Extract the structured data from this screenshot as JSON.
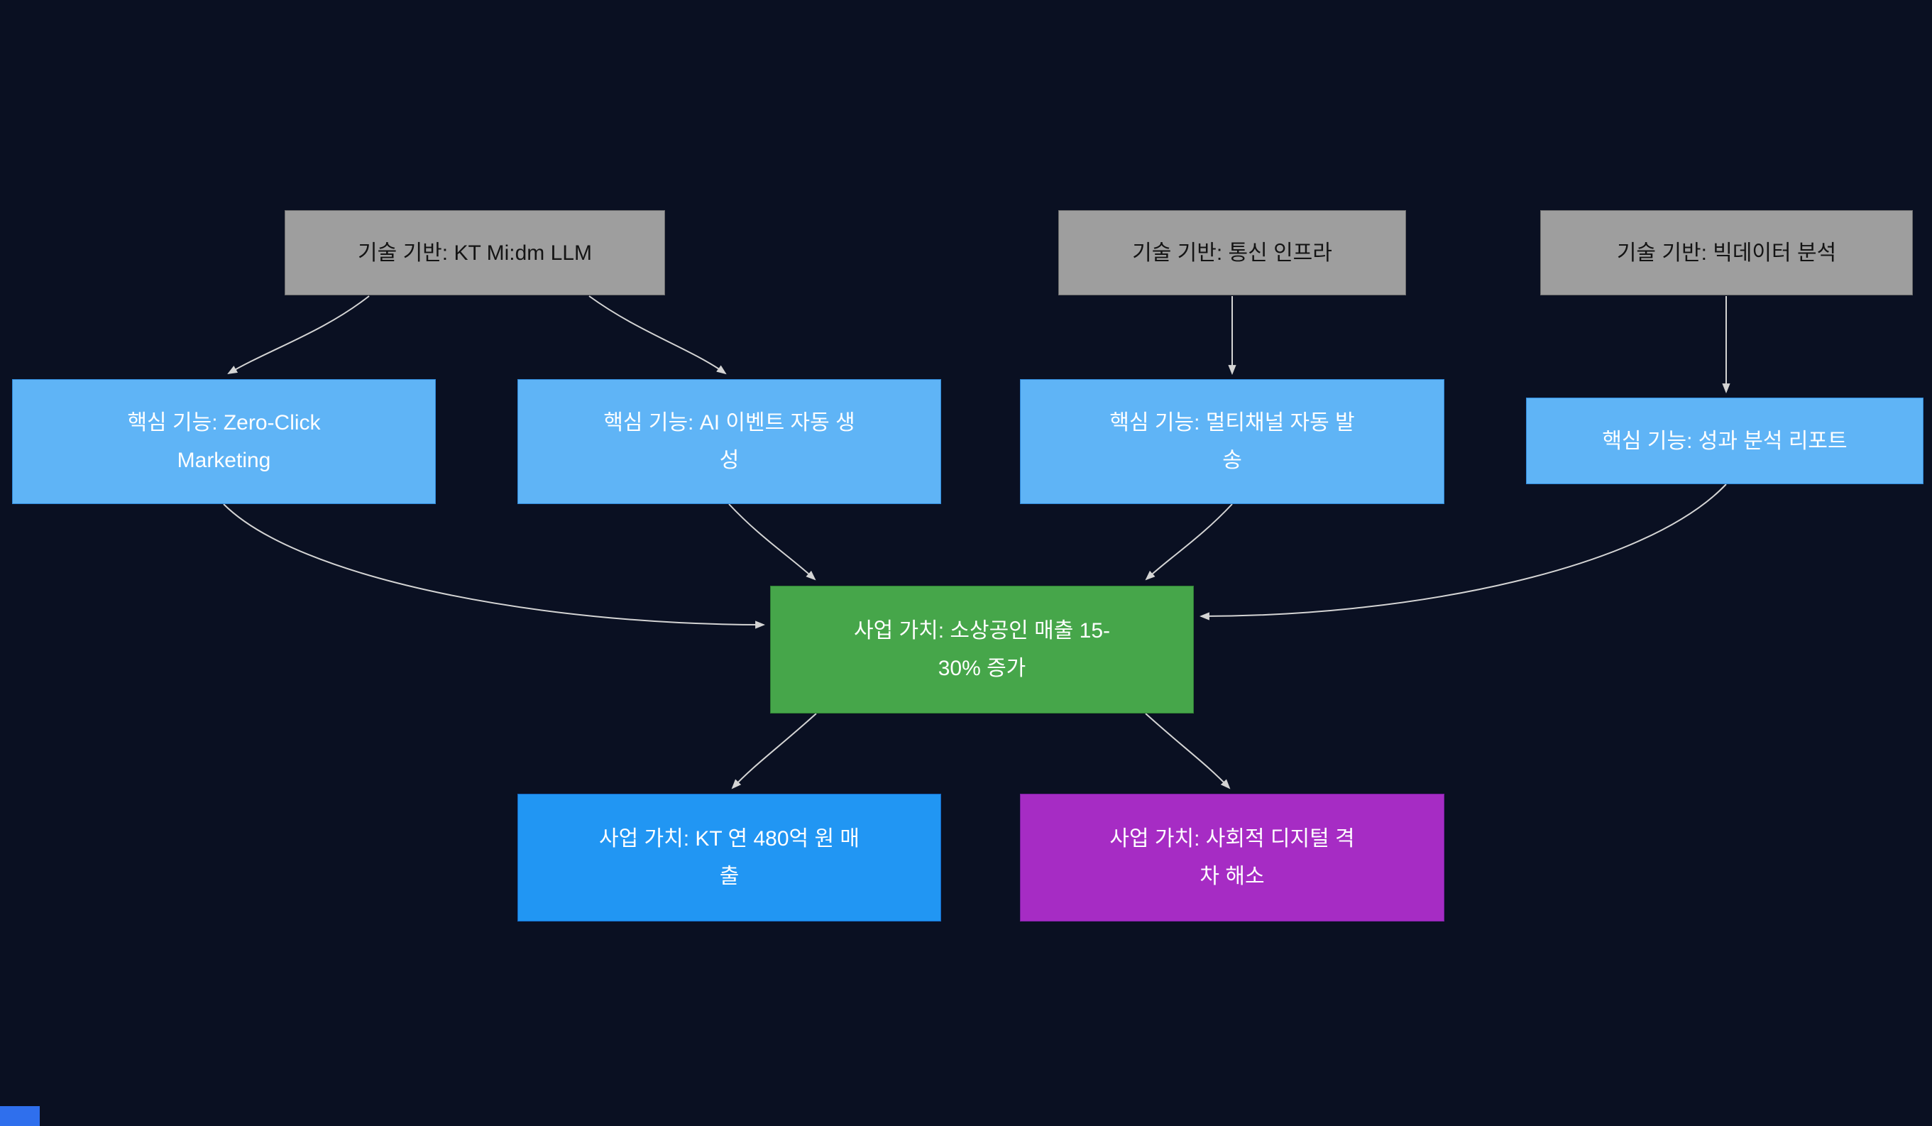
{
  "colors": {
    "background": "#0a1022",
    "tech_fill": "#9e9e9e",
    "feature_fill": "#5fb4f6",
    "value_growth_fill": "#46a64a",
    "value_revenue_fill": "#2196f3",
    "value_social_fill": "#a62cc4",
    "arrow": "#d4d4d4"
  },
  "nodes": {
    "tech_llm": {
      "label": "기술 기반: KT Mi:dm LLM",
      "lines": [
        "기술 기반: KT Mi:dm LLM"
      ]
    },
    "tech_network": {
      "label": "기술 기반: 통신 인프라",
      "lines": [
        "기술 기반: 통신 인프라"
      ]
    },
    "tech_bigdata": {
      "label": "기술 기반: 빅데이터 분석",
      "lines": [
        "기술 기반: 빅데이터 분석"
      ]
    },
    "feature_zero_click": {
      "label": "핵심 기능: Zero-Click Marketing",
      "lines": [
        "핵심 기능: Zero-Click",
        "Marketing"
      ]
    },
    "feature_ai_event": {
      "label": "핵심 기능: AI 이벤트 자동 생성",
      "lines": [
        "핵심 기능: AI 이벤트 자동 생",
        "성"
      ]
    },
    "feature_multichannel": {
      "label": "핵심 기능: 멀티채널 자동 발송",
      "lines": [
        "핵심 기능: 멀티채널 자동 발",
        "송"
      ]
    },
    "feature_report": {
      "label": "핵심 기능: 성과 분석 리포트",
      "lines": [
        "핵심 기능: 성과 분석 리포트"
      ]
    },
    "value_sales_growth": {
      "label": "사업 가치: 소상공인 매출 15-30% 증가",
      "lines": [
        "사업 가치: 소상공인 매출 15-",
        "30% 증가"
      ]
    },
    "value_kt_revenue": {
      "label": "사업 가치: KT 연 480억 원 매출",
      "lines": [
        "사업 가치: KT 연 480억 원 매",
        "출"
      ]
    },
    "value_digital_gap": {
      "label": "사업 가치: 사회적 디지털 격차 해소",
      "lines": [
        "사업 가치: 사회적 디지털 격",
        "차 해소"
      ]
    }
  },
  "edges": [
    {
      "from": "tech_llm",
      "to": "feature_zero_click"
    },
    {
      "from": "tech_llm",
      "to": "feature_ai_event"
    },
    {
      "from": "tech_network",
      "to": "feature_multichannel"
    },
    {
      "from": "tech_bigdata",
      "to": "feature_report"
    },
    {
      "from": "feature_zero_click",
      "to": "value_sales_growth"
    },
    {
      "from": "feature_ai_event",
      "to": "value_sales_growth"
    },
    {
      "from": "feature_multichannel",
      "to": "value_sales_growth"
    },
    {
      "from": "feature_report",
      "to": "value_sales_growth"
    },
    {
      "from": "value_sales_growth",
      "to": "value_kt_revenue"
    },
    {
      "from": "value_sales_growth",
      "to": "value_digital_gap"
    }
  ]
}
